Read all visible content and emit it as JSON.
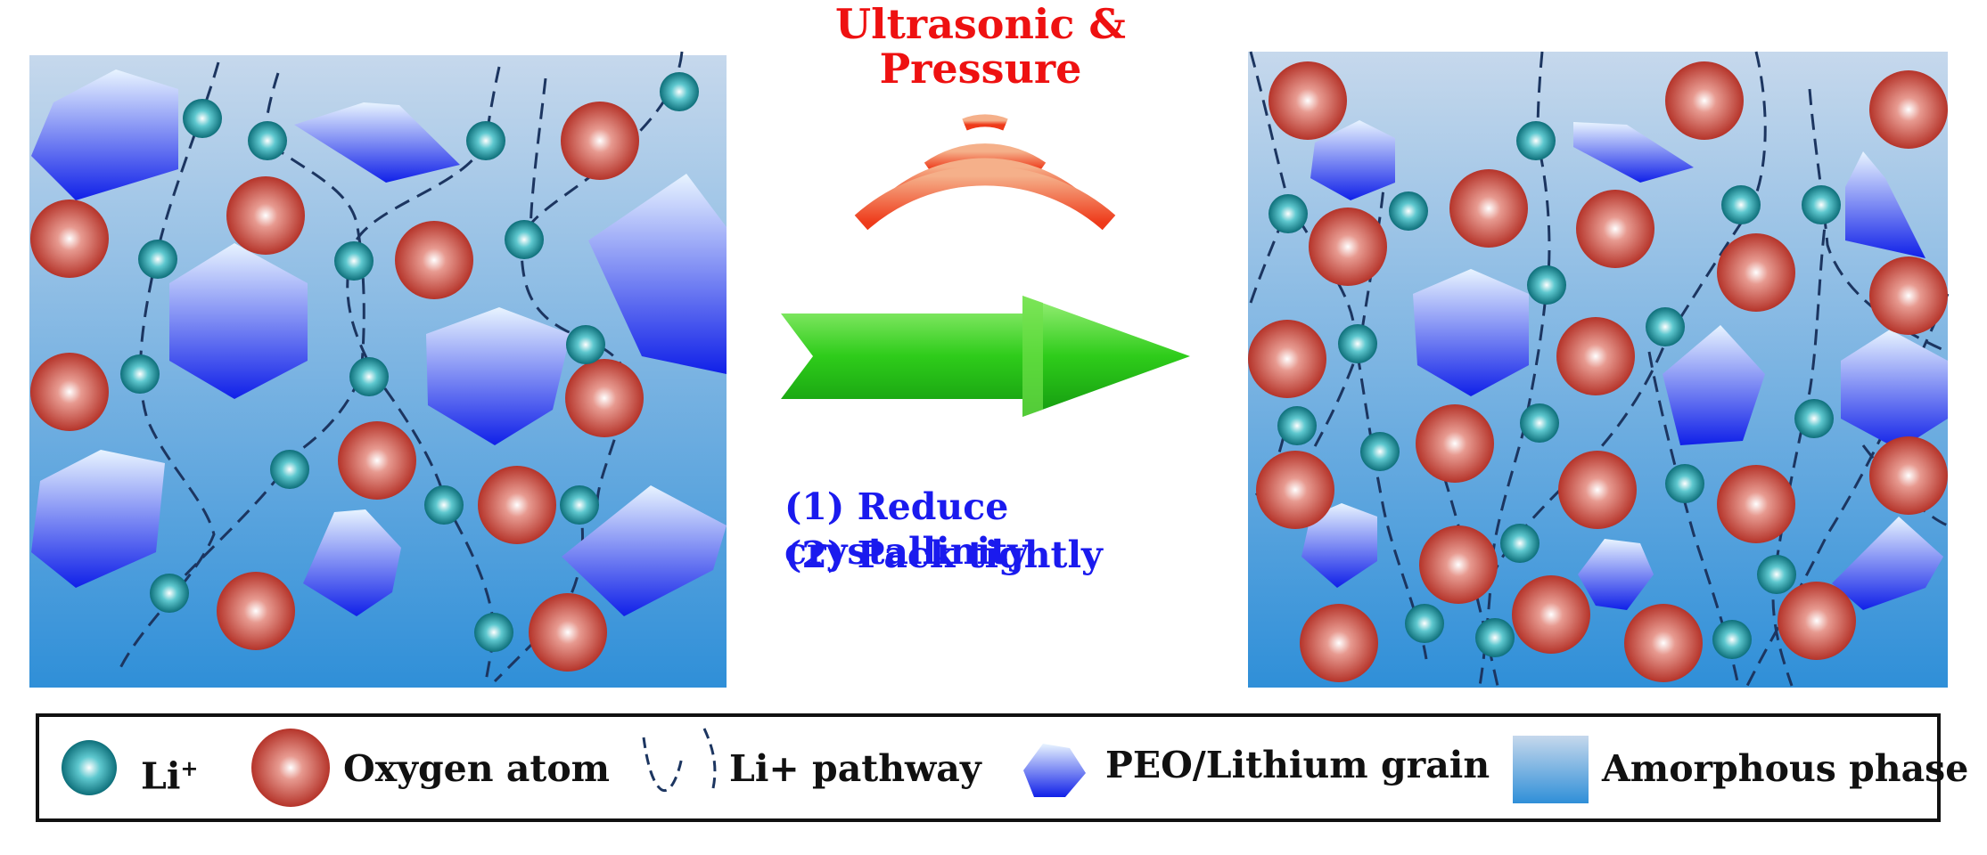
{
  "process": {
    "title_line1": "Ultrasonic &",
    "title_line2": "Pressure",
    "step1": "(1) Reduce crystallinity",
    "step2": "(2) Pack tightly"
  },
  "legend": {
    "li_label": "Li",
    "li_superscript": "+",
    "oxygen_label": "Oxygen atom",
    "pathway_label": "Li+ pathway",
    "grain_label": "PEO/Lithium grain",
    "amorphous_label": "Amorphous phase"
  },
  "colors": {
    "title": "#ee1111",
    "steps": "#1a1aee",
    "arrow": "#2ecc1a",
    "oxygen": "#c0392b",
    "li_ion": "#1a9ea8",
    "grain": "#1a2ee6",
    "amorphous_top": "#c6d8ec",
    "amorphous_bottom": "#2f8fd8"
  }
}
